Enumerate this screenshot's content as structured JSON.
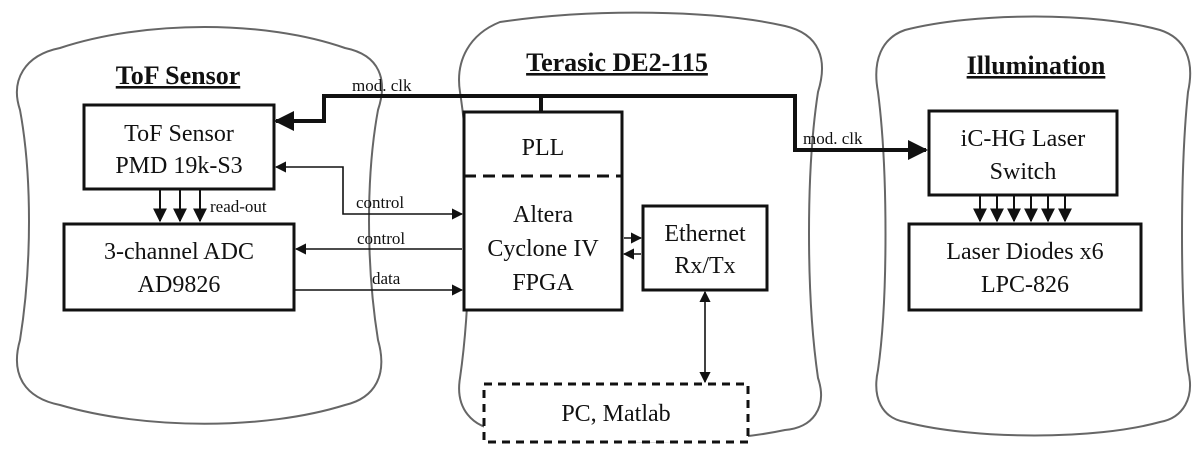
{
  "groups": {
    "tof": {
      "title": "ToF Sensor"
    },
    "de2": {
      "title": "Terasic DE2-115"
    },
    "illum": {
      "title": "Illumination"
    }
  },
  "blocks": {
    "tof_sensor": {
      "line1": "ToF Sensor",
      "line2": "PMD 19k-S3"
    },
    "adc": {
      "line1": "3-channel ADC",
      "line2": "AD9826"
    },
    "pll": {
      "line1": "PLL"
    },
    "fpga": {
      "line1": "Altera",
      "line2": "Cyclone IV",
      "line3": "FPGA"
    },
    "ethernet": {
      "line1": "Ethernet",
      "line2": "Rx/Tx"
    },
    "laser_switch": {
      "line1": "iC-HG Laser",
      "line2": "Switch"
    },
    "laser_diodes": {
      "line1": "Laser Diodes x6",
      "line2": "LPC-826"
    },
    "pc": {
      "line1": "PC, Matlab"
    }
  },
  "edges": {
    "mod_clk_left": "mod. clk",
    "mod_clk_right": "mod. clk",
    "readout": "read-out",
    "control_sensor": "control",
    "control_adc": "control",
    "data": "data"
  },
  "colors": {
    "stroke": "#111111",
    "background": "#ffffff"
  }
}
